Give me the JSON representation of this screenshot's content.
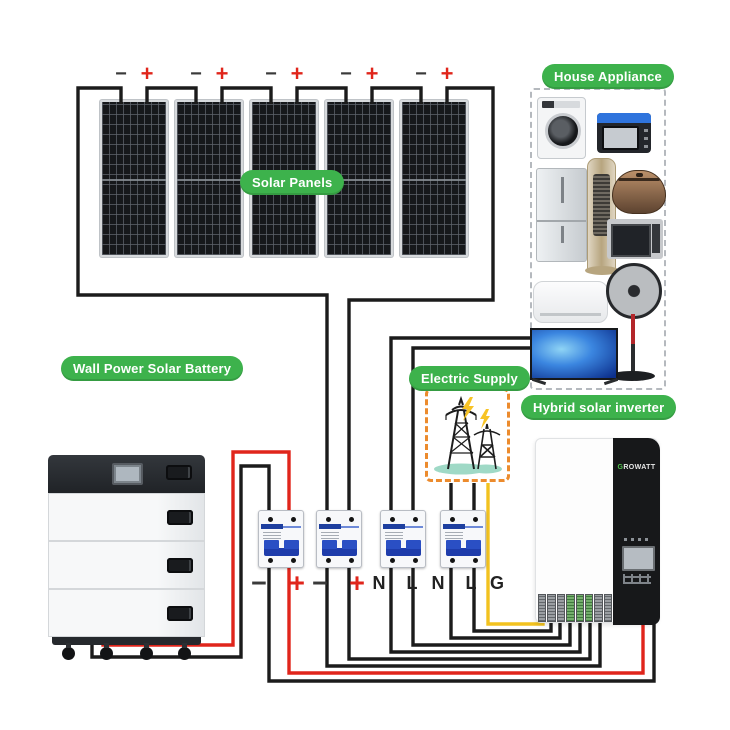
{
  "badges": {
    "solar_panels": "Solar Panels",
    "house_appliance": "House Appliance",
    "wall_battery": "Wall Power Solar Battery",
    "electric_supply": "Electric Supply",
    "hybrid_inverter": "Hybrid solar inverter"
  },
  "solar_array": {
    "panel_count": 5,
    "terminals": [
      {
        "neg": "−",
        "pos": "+"
      },
      {
        "neg": "−",
        "pos": "+"
      },
      {
        "neg": "−",
        "pos": "+"
      },
      {
        "neg": "−",
        "pos": "+"
      },
      {
        "neg": "−",
        "pos": "+"
      }
    ]
  },
  "breaker_bank": {
    "breakers": [
      {
        "left_label": "−",
        "right_label": "+"
      },
      {
        "left_label": "−",
        "right_label": "+"
      },
      {
        "left_label": "N",
        "right_label": "L"
      },
      {
        "left_label": "N",
        "right_label": "L"
      }
    ],
    "ground_label": "G"
  },
  "inverter": {
    "brand_initial": "G",
    "brand_rest": "ROWATT"
  },
  "appliances": {
    "items": [
      "washing-machine",
      "toaster-oven",
      "refrigerator",
      "air-conditioner-tower",
      "rice-cooker",
      "microwave-oven",
      "air-conditioner-wall",
      "standing-fan",
      "television"
    ]
  },
  "colors": {
    "badge_green": "#3db24c",
    "wire_black": "#1b1b1b",
    "wire_red": "#e0251b",
    "wire_yellow": "#f2c21f",
    "supply_orange": "#ec8b2d",
    "breaker_blue": "#2a4fc4",
    "minus_black": "#3a3a3a",
    "ground_teal": "#9fd9c6"
  }
}
